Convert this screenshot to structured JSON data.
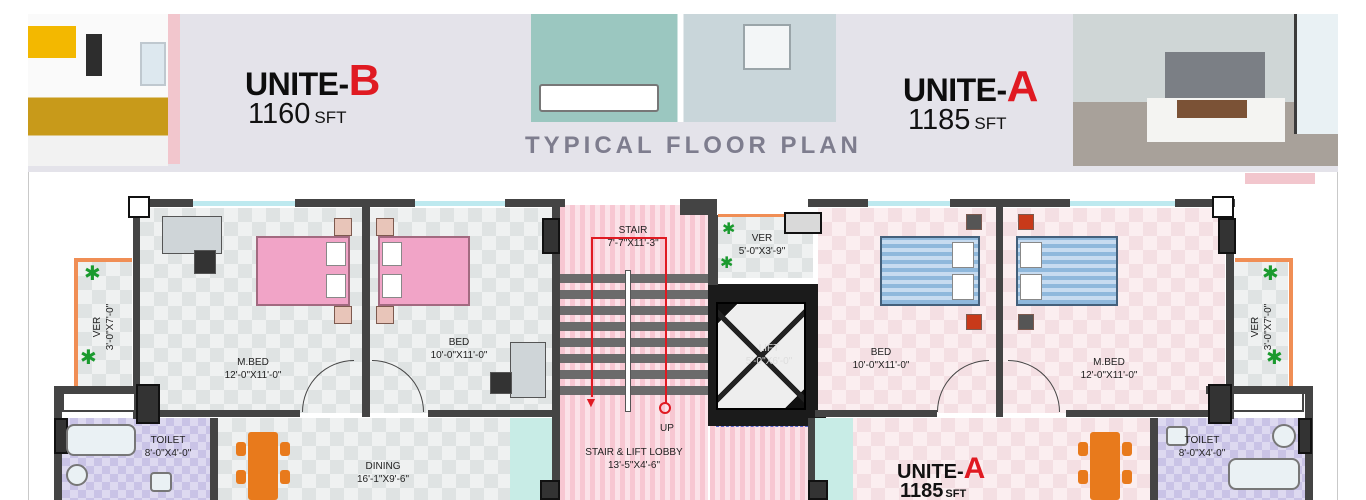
{
  "header": {
    "title": "TYPICAL FLOOR PLAN",
    "unit_b": {
      "name": "UNITE-",
      "letter": "B",
      "size": "1160",
      "unit": "SFT"
    },
    "unit_a": {
      "name": "UNITE-",
      "letter": "A",
      "size": "1185",
      "unit": "SFT"
    }
  },
  "rooms": {
    "stair": {
      "name": "STAIR",
      "dims": "7'-7\"X11'-3\"",
      "up": "UP"
    },
    "ver_top": {
      "name": "VER",
      "dims": "5'-0\"X3'-9\""
    },
    "lift": {
      "name": "LIFT",
      "dims": "5'-0\"X6'-0\""
    },
    "left_mbed": {
      "name": "M.BED",
      "dims": "12'-0\"X11'-0\""
    },
    "left_bed": {
      "name": "BED",
      "dims": "10'-0\"X11'-0\""
    },
    "left_ver": {
      "name": "VER",
      "dims": "3'-0\"X7'-0\""
    },
    "left_toilet": {
      "name": "TOILET",
      "dims": "8'-0\"X4'-0\""
    },
    "dining": {
      "name": "DINING",
      "dims": "16'-1\"X9'-6\""
    },
    "lobby": {
      "name": "STAIR & LIFT LOBBY",
      "dims": "13'-5\"X4'-6\""
    },
    "right_bed": {
      "name": "BED",
      "dims": "10'-0\"X11'-0\""
    },
    "right_mbed": {
      "name": "M.BED",
      "dims": "12'-0\"X11'-0\""
    },
    "right_ver": {
      "name": "VER",
      "dims": "3'-0\"X7'-0\""
    },
    "right_toilet": {
      "name": "TOILET",
      "dims": "8'-0\"X4'-0\""
    }
  },
  "plan_unit_a": {
    "name": "UNITE-",
    "letter": "A",
    "size": "1185",
    "unit": "SFT"
  },
  "colors": {
    "accent_red": "#e01a22",
    "banner": "#e4e3ea",
    "pink": "#f2c6cd"
  }
}
